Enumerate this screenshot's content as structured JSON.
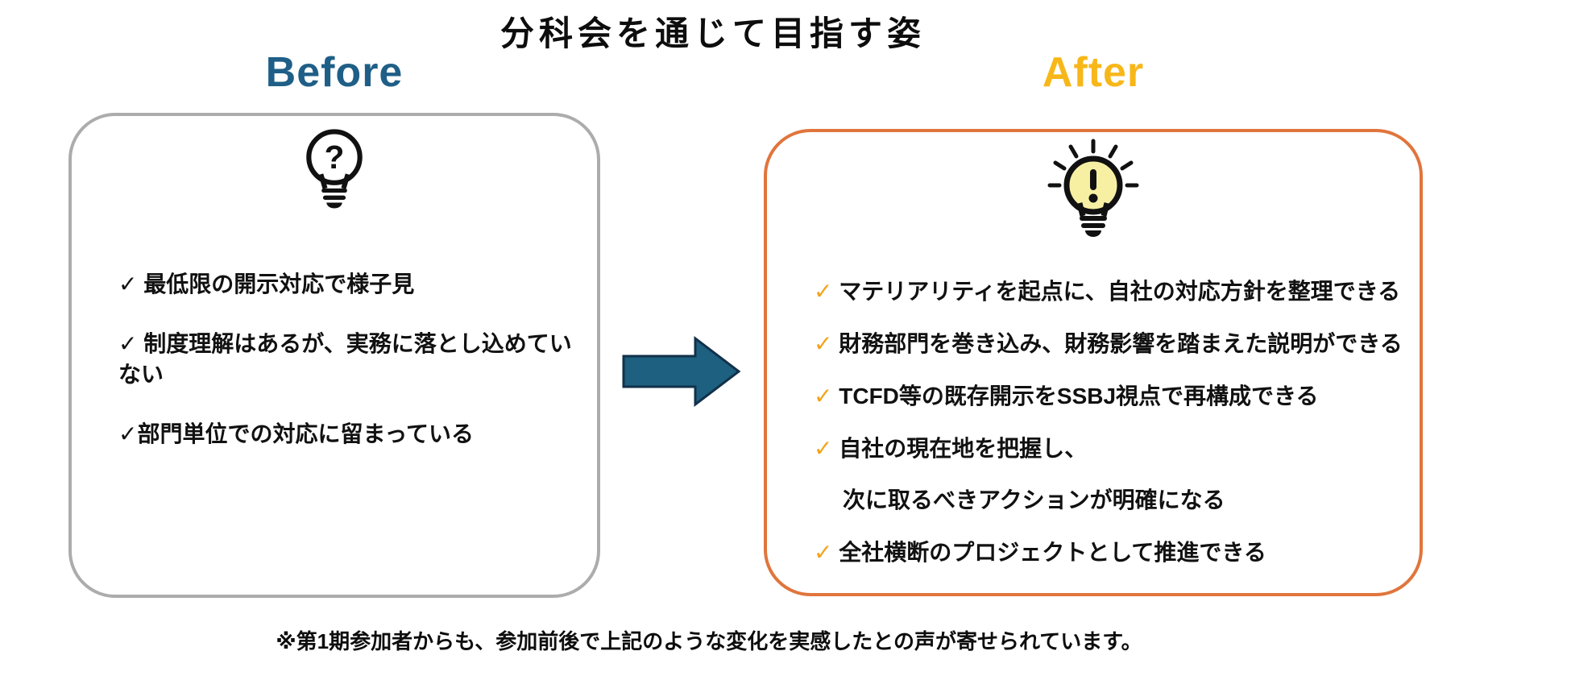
{
  "title": "分科会を通じて目指す姿",
  "before": {
    "heading": "Before",
    "heading_color": "#1F5F87",
    "border_color": "#ACACAC",
    "bulb_glyph": "?",
    "items": [
      {
        "check": "✓",
        "text": " 最低限の開示対応で様子見"
      },
      {
        "check": "✓",
        "text": " 制度理解はあるが、実務に落とし込めていない"
      },
      {
        "check": "✓",
        "text": "部門単位での対応に留まっている"
      }
    ]
  },
  "after": {
    "heading": "After",
    "heading_color": "#F8B719",
    "border_color": "#E0753C",
    "check_color": "#F2A41D",
    "bulb_glyph": "!",
    "bulb_fill": "#F7F0A3",
    "items": [
      {
        "check": "✓",
        "text": " マテリアリティを起点に、自社の対応方針を整理できる"
      },
      {
        "check": "✓",
        "text": " 財務部門を巻き込み、財務影響を踏まえた説明ができる"
      },
      {
        "check": "✓",
        "text": " TCFD等の既存開示をSSBJ視点で再構成できる"
      },
      {
        "check": "✓",
        "text": " 自社の現在地を把握し、",
        "text2": "次に取るべきアクションが明確になる"
      },
      {
        "check": "✓",
        "text": " 全社横断のプロジェクトとして推進できる"
      }
    ]
  },
  "arrow": {
    "color": "#1D6080",
    "outline": "#12314A",
    "direction": "right"
  },
  "footnote": "※第1期参加者からも、参加前後で上記のような変化を実感したとの声が寄せられています。"
}
